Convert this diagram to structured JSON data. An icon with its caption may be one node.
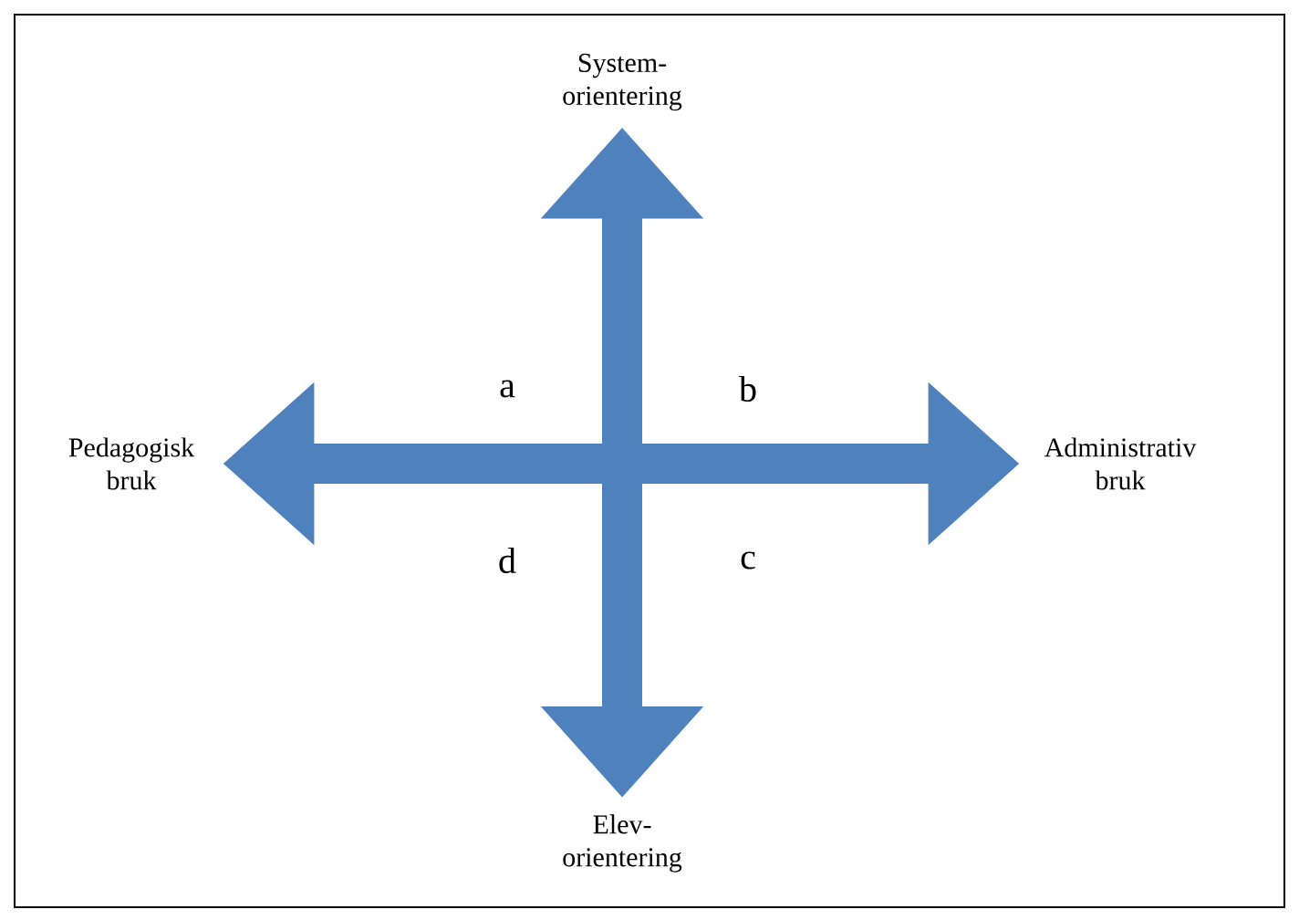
{
  "diagram": {
    "nodes": [
      {
        "text": [
          "System- orientering"
        ]
      },
      {
        "text": [
          "Pedagogisk bruk"
        ]
      },
      {
        "text": [
          "Administrativ bruk"
        ]
      },
      {
        "text": [
          "Elev- orientering"
        ]
      }
    ],
    "edges": [
      {
        "from": 3,
        "to": 0,
        "arrow": "both"
      },
      {
        "from": 1,
        "to": 2,
        "arrow": "both"
      }
    ],
    "labels": [
      "a",
      "b",
      "d",
      "c"
    ]
  }
}
